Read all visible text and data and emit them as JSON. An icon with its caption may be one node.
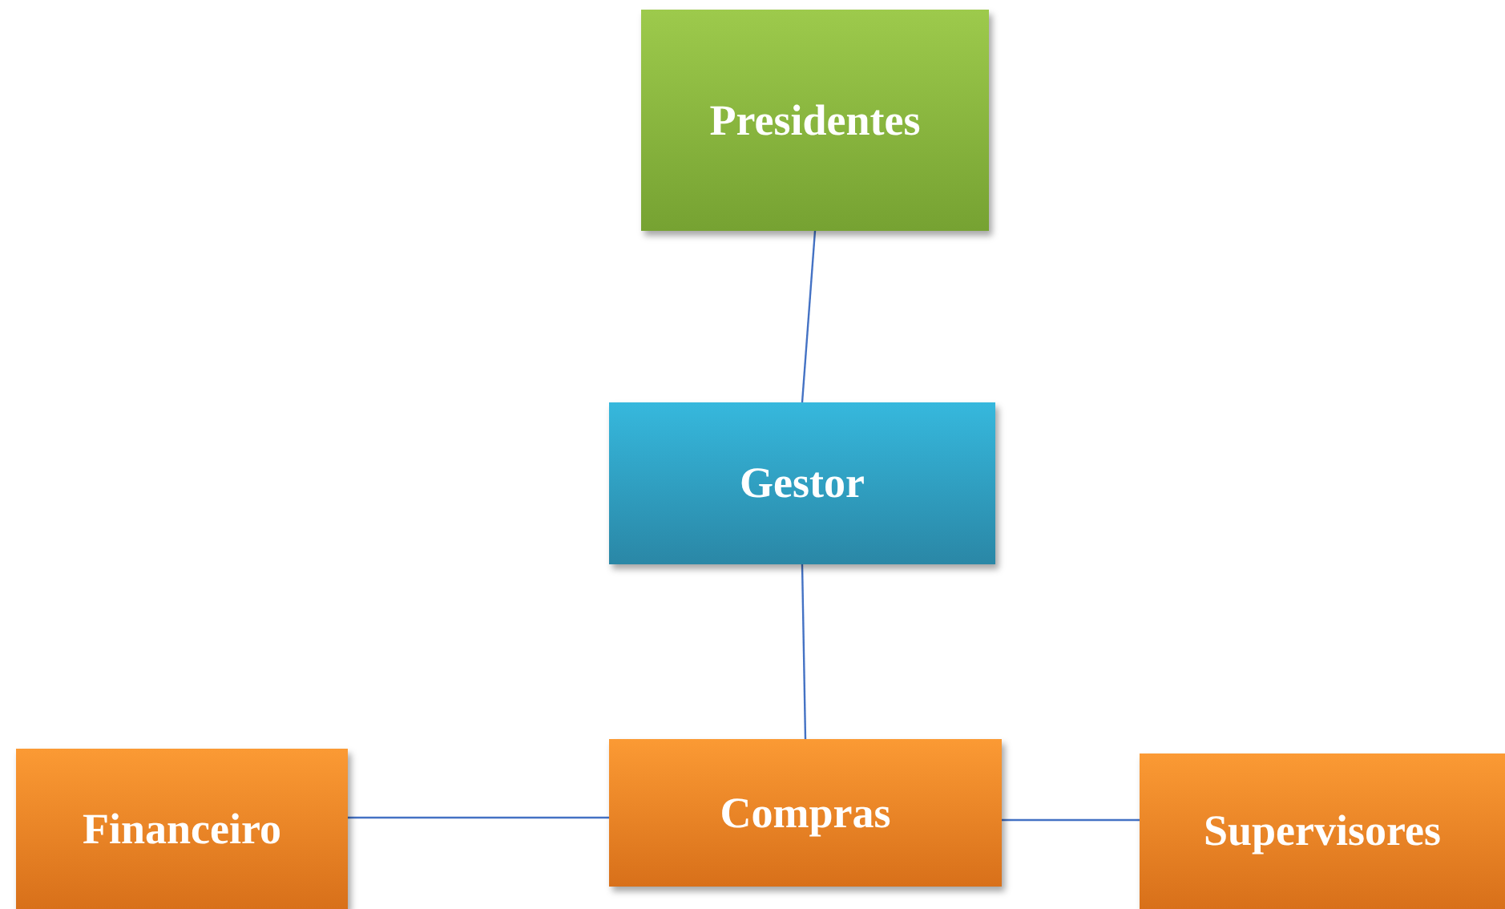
{
  "diagram": {
    "nodes": [
      {
        "text": [
          "Presidentes"
        ]
      },
      {
        "text": [
          "Gestor"
        ]
      },
      {
        "text": [
          "Compras"
        ]
      },
      {
        "text": [
          "Financeiro"
        ]
      },
      {
        "text": [
          "Supervisores"
        ]
      }
    ],
    "edges": [
      {
        "from": 0,
        "to": 1,
        "arrow": "none"
      },
      {
        "from": 1,
        "to": 2,
        "arrow": "none"
      },
      {
        "from": 3,
        "to": 2,
        "arrow": "none"
      },
      {
        "from": 2,
        "to": 4,
        "arrow": "none"
      }
    ]
  }
}
